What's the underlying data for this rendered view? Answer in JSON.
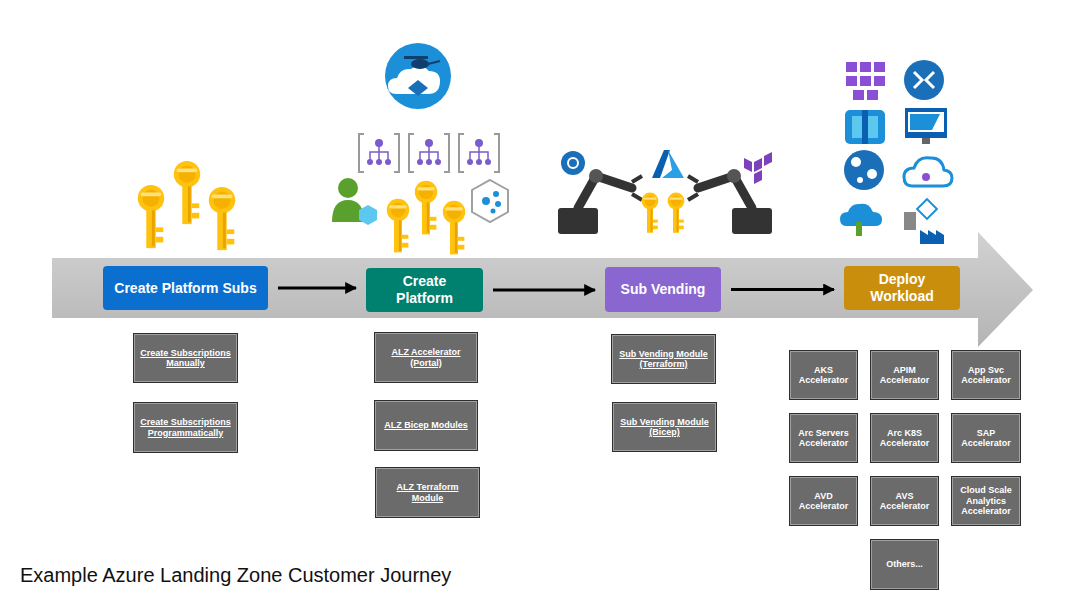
{
  "diagram": {
    "title": "Example Azure Landing Zone Customer Journey",
    "nodes": [
      {
        "text": [
          "Create Platform Subs"
        ]
      },
      {
        "text": [
          "Create Platform"
        ]
      },
      {
        "text": [
          "Sub Vending"
        ]
      },
      {
        "text": [
          "Deploy Workload"
        ]
      },
      {
        "text": [
          "Create Subscriptions Manually"
        ]
      },
      {
        "text": [
          "Create Subscriptions Programmatically"
        ]
      },
      {
        "text": [
          "ALZ Accelerator (Portal)"
        ]
      },
      {
        "text": [
          "ALZ Bicep Modules"
        ]
      },
      {
        "text": [
          "ALZ Terraform Module"
        ]
      },
      {
        "text": [
          "Sub Vending Module (Terraform)"
        ]
      },
      {
        "text": [
          "Sub Vending Module (Bicep)"
        ]
      },
      {
        "text": [
          "AKS Accelerator"
        ]
      },
      {
        "text": [
          "APIM Accelerator"
        ]
      },
      {
        "text": [
          "App Svc Accelerator"
        ]
      },
      {
        "text": [
          "Arc Servers Accelerator"
        ]
      },
      {
        "text": [
          "Arc K8S Accelerator"
        ]
      },
      {
        "text": [
          "SAP Accelerator"
        ]
      },
      {
        "text": [
          "AVD Accelerator"
        ]
      },
      {
        "text": [
          "AVS Accelerator"
        ]
      },
      {
        "text": [
          "Cloud Scale Analytics Accelerator"
        ]
      },
      {
        "text": [
          "Others..."
        ]
      }
    ],
    "edges": [
      {
        "from": 0,
        "to": 1,
        "arrow": "to"
      },
      {
        "from": 1,
        "to": 2,
        "arrow": "to"
      },
      {
        "from": 2,
        "to": 3,
        "arrow": "to"
      }
    ]
  }
}
